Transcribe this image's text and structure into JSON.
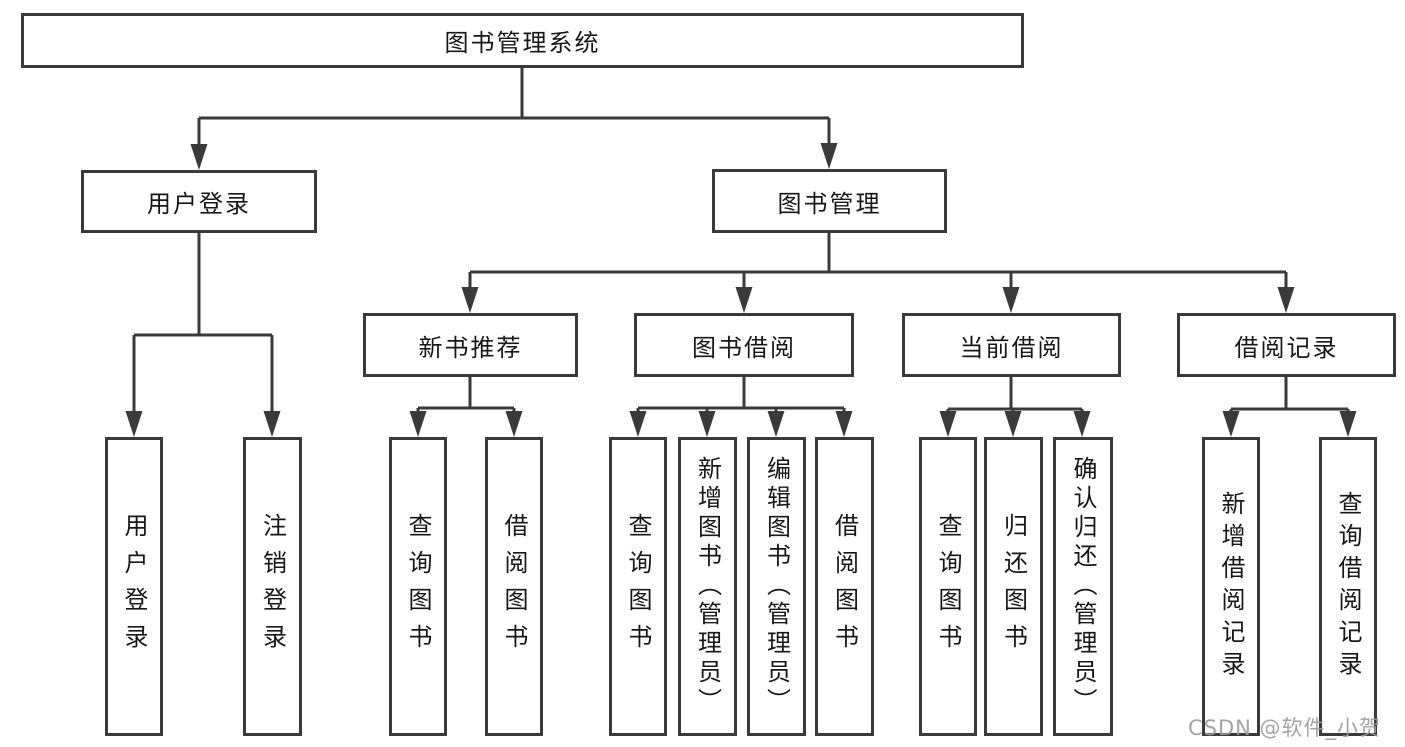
{
  "tree": {
    "label": "图书管理系统",
    "children": [
      {
        "label": "用户登录",
        "children": [
          {
            "label": "用户登录"
          },
          {
            "label": "注销登录"
          }
        ]
      },
      {
        "label": "图书管理",
        "children": [
          {
            "label": "新书推荐",
            "children": [
              {
                "label": "查询图书"
              },
              {
                "label": "借阅图书"
              }
            ]
          },
          {
            "label": "图书借阅",
            "children": [
              {
                "label": "查询图书"
              },
              {
                "label": "新增图书（管理员）"
              },
              {
                "label": "编辑图书（管理员）"
              },
              {
                "label": "借阅图书"
              }
            ]
          },
          {
            "label": "当前借阅",
            "children": [
              {
                "label": "查询图书"
              },
              {
                "label": "归还图书"
              },
              {
                "label": "确认归还（管理员）"
              }
            ]
          },
          {
            "label": "借阅记录",
            "children": [
              {
                "label": "新增借阅记录"
              },
              {
                "label": "查询借阅记录"
              }
            ]
          }
        ]
      }
    ]
  },
  "watermark": "CSDN @软件_小贺同学",
  "colors": {
    "line": "#3a3a3a",
    "text": "#171717",
    "background": "#ffffff",
    "watermark": "#9c9c9c"
  }
}
